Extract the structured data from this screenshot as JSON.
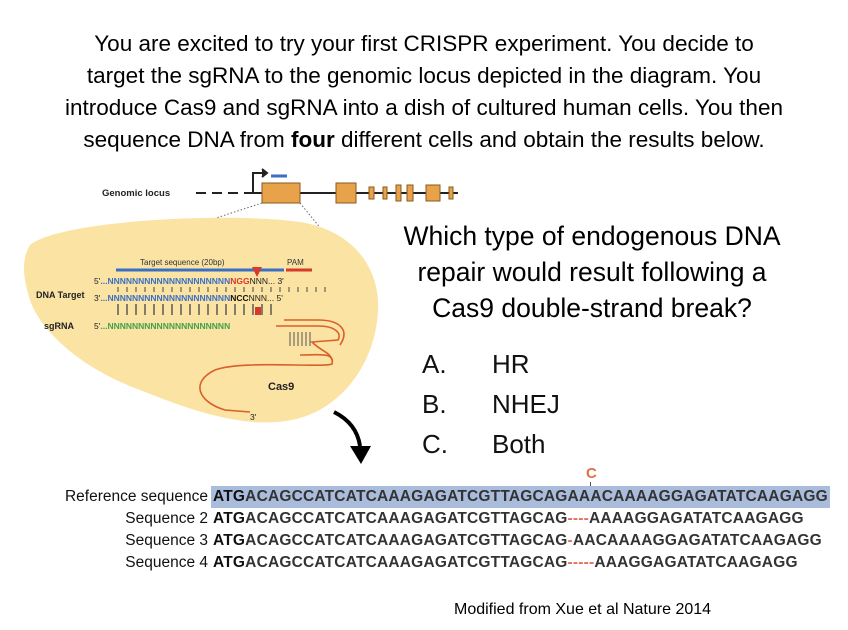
{
  "intro": {
    "line1": "You are excited to try your first CRISPR experiment. You decide to",
    "line2": "target the sgRNA to the genomic locus depicted in the diagram. You",
    "line3": "introduce Cas9 and sgRNA into a dish of cultured human cells. You then",
    "line4_pre": "sequence DNA from ",
    "line4_bold": "four",
    "line4_post": " different cells and obtain the results below."
  },
  "diagram": {
    "genomic_locus_label": "Genomic locus",
    "target_sequence_label": "Target sequence (20bp)",
    "pam_label": "PAM",
    "dna_target_label": "DNA Target",
    "sgrna_label": "sgRNA",
    "cas9_label": "Cas9",
    "strand_top_prefix": "5'",
    "strand_top_seq": "...NNNNNNNNNNNNNNNNNNNN",
    "strand_top_pam": "NGG",
    "strand_top_suffix": "NNN... 3'",
    "strand_bottom_prefix": "3'",
    "strand_bottom_seq": "...NNNNNNNNNNNNNNNNNNNN",
    "strand_bottom_pam": "NCC",
    "strand_bottom_suffix": "NNN... 5'",
    "sgrna_prefix": "5'",
    "sgrna_seq": "...NNNNNNNNNNNNNNNNNNNN",
    "tail_3prime": "3'",
    "colors": {
      "blob": "#fbe3a4",
      "exon": "#e8a24a",
      "target_blue": "#3a6fc4",
      "pam_red": "#d63a2a",
      "sgrna_green": "#3fa14a"
    }
  },
  "question": {
    "text_line1": "Which type of endogenous DNA",
    "text_line2": "repair would result following a",
    "text_line3": "Cas9 double-strand break?"
  },
  "choices": [
    {
      "letter": "A.",
      "text": "HR"
    },
    {
      "letter": "B.",
      "text": "NHEJ"
    },
    {
      "letter": "C.",
      "text": "Both"
    }
  ],
  "insert_mark": "C",
  "sequences": [
    {
      "label": "Reference sequence",
      "start": "ATG",
      "rest": "ACAGCCATCATCAAAGAGATCGTTAGCAGAAACAAAAGGAGATATCAAGAGG",
      "gap": "",
      "tail": ""
    },
    {
      "label": "Sequence 2",
      "start": "ATG",
      "rest": "ACAGCCATCATCAAAGAGATCGTTAGCAG",
      "gap": "----",
      "tail": "AAAAGGAGATATCAAGAGG"
    },
    {
      "label": "Sequence 3",
      "start": "ATG",
      "rest": "ACAGCCATCATCAAAGAGATCGTTAGCAG",
      "gap": "-",
      "tail": "AACAAAAGGAGATATCAAGAGG"
    },
    {
      "label": "Sequence 4",
      "start": "ATG",
      "rest": "ACAGCCATCATCAAAGAGATCGTTAGCAG",
      "gap": "-----",
      "tail": "AAAGGAGATATCAAGAGG"
    }
  ],
  "credit": "Modified from Xue et al Nature 2014"
}
